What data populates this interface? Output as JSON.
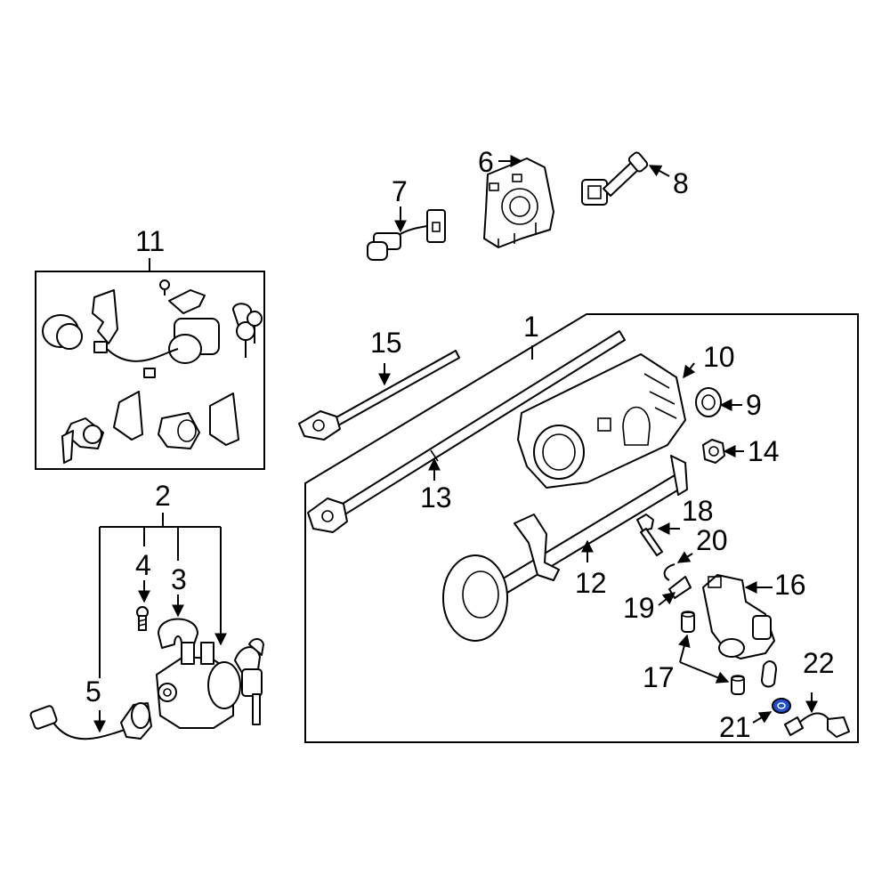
{
  "diagram": {
    "highlight_color": "#1e4fd8",
    "callouts": {
      "c1": "1",
      "c2": "2",
      "c3": "3",
      "c4": "4",
      "c5": "5",
      "c6": "6",
      "c7": "7",
      "c8": "8",
      "c9": "9",
      "c10": "10",
      "c11": "11",
      "c12": "12",
      "c13": "13",
      "c14": "14",
      "c15": "15",
      "c16": "16",
      "c17": "17",
      "c18": "18",
      "c19": "19",
      "c20": "20",
      "c21": "21",
      "c22": "22"
    },
    "highlighted_part": "21"
  }
}
